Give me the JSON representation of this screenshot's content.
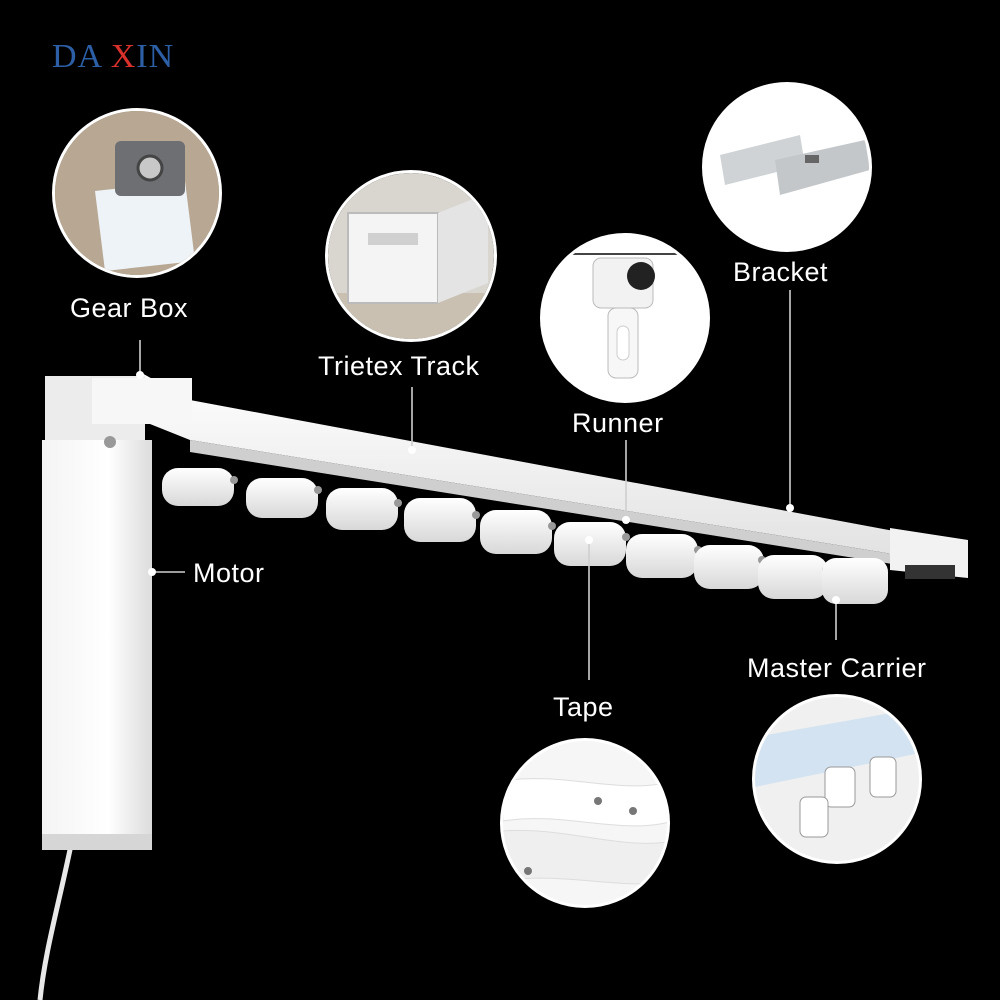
{
  "brand": {
    "logo_text_left": "DA ",
    "logo_text_x": "X",
    "logo_text_right": "IN"
  },
  "labels": {
    "gear_box": "Gear Box",
    "track": "Trietex Track",
    "runner": "Runner",
    "bracket": "Bracket",
    "motor": "Motor",
    "tape": "Tape",
    "master_carrier": "Master Carrier"
  },
  "colors": {
    "background": "#000000",
    "product": "#ffffff",
    "logo_blue": "#2d5fa6",
    "logo_red": "#d9312b"
  }
}
